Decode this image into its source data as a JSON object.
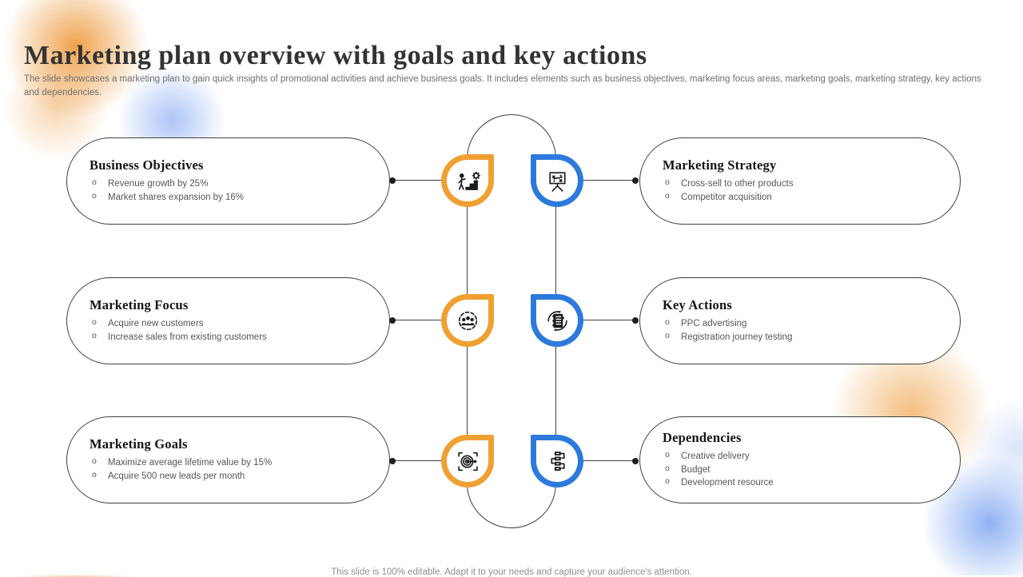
{
  "slide": {
    "title": "Marketing plan overview with goals and key actions",
    "description": "The slide showcases a marketing plan to gain quick insights of promotional activities and achieve business goals. It includes elements such as business objectives, marketing focus areas, marketing goals, marketing strategy, key actions and dependencies.",
    "footer_note": "This slide is 100% editable. Adapt it to your needs and capture your audience's attention."
  },
  "colors": {
    "orange_accent": "#F0A032",
    "blue_accent": "#2D7ADC",
    "connector_line": "#3F3F3F",
    "heading_text": "#141414",
    "body_text": "#565656"
  },
  "nodes": [
    {
      "title": "Business Objectives",
      "accent": "orange",
      "icon": "growth-stairs-gear-icon",
      "bullets": [
        "Revenue growth by 25%",
        "Market shares expansion by 16%"
      ]
    },
    {
      "title": "Marketing Strategy",
      "accent": "blue",
      "icon": "strategy-board-icon",
      "bullets": [
        "Cross-sell to other products",
        "Competitor acquisition"
      ]
    },
    {
      "title": "Marketing Focus",
      "accent": "orange",
      "icon": "audience-target-icon",
      "bullets": [
        "Acquire new customers",
        "Increase sales from existing customers"
      ]
    },
    {
      "title": "Key Actions",
      "accent": "blue",
      "icon": "task-list-icon",
      "bullets": [
        "PPC advertising",
        "Registration journey testing"
      ]
    },
    {
      "title": "Marketing Goals",
      "accent": "orange",
      "icon": "goal-dart-icon",
      "bullets": [
        "Maximize average lifetime value by 15%",
        "Acquire 500 new leads per month"
      ]
    },
    {
      "title": "Dependencies",
      "accent": "blue",
      "icon": "workflow-boxes-icon",
      "bullets": [
        "Creative delivery",
        "Budget",
        "Development resource"
      ]
    }
  ]
}
